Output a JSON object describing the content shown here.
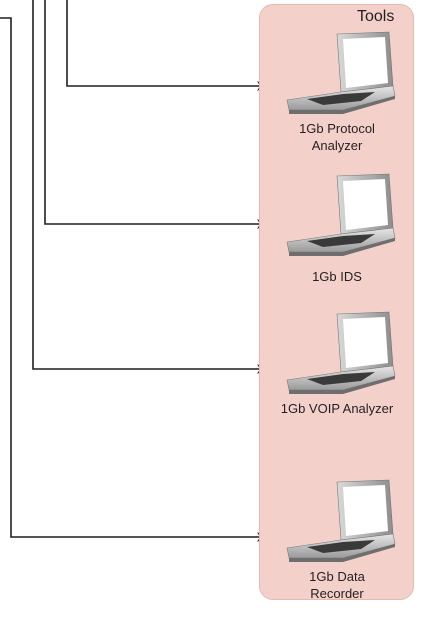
{
  "panel": {
    "title": "Tools"
  },
  "tools": [
    {
      "label": "1Gb Protocol\nAnalyzer",
      "icon": "laptop-icon"
    },
    {
      "label": "1Gb IDS",
      "icon": "laptop-icon"
    },
    {
      "label": "1Gb VOIP Analyzer",
      "icon": "laptop-icon"
    },
    {
      "label": "1Gb Data\nRecorder",
      "icon": "laptop-icon"
    }
  ],
  "colors": {
    "panel": "#f3d1ca",
    "wire": "#231f20"
  }
}
